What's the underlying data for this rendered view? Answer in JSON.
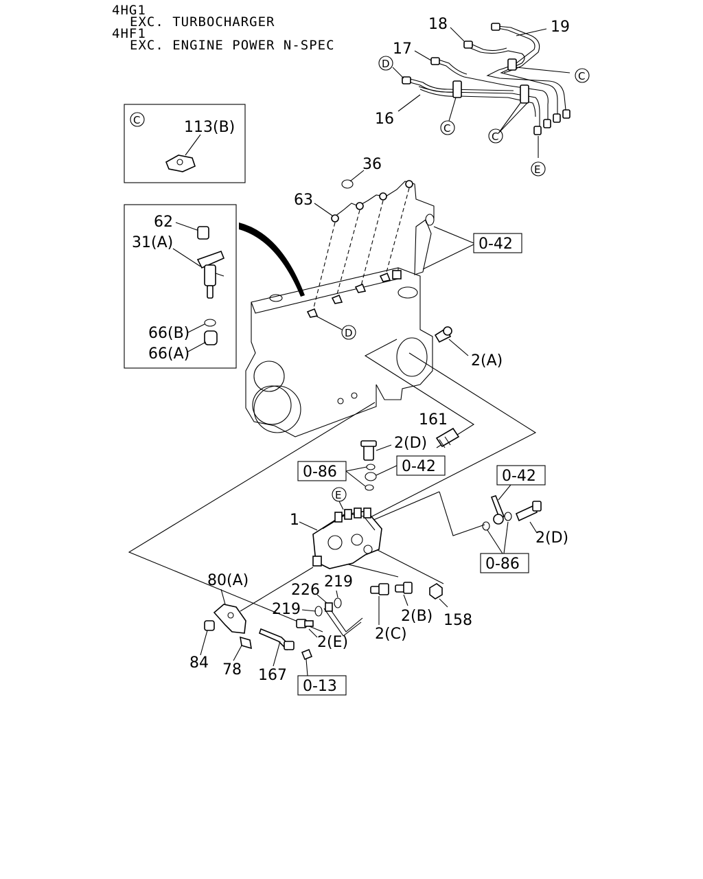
{
  "header": {
    "line1": "4HG1",
    "line2": "EXC. TURBOCHARGER",
    "line3": "4HF1",
    "line4": "EXC. ENGINE POWER N-SPEC"
  },
  "circle_refs": {
    "C": "C",
    "D": "D",
    "E": "E"
  },
  "part_labels": {
    "p18": "18",
    "p19": "19",
    "p17": "17",
    "p16": "16",
    "p113b": "113(B)",
    "p36": "36",
    "p63": "63",
    "p62": "62",
    "p31a": "31(A)",
    "p66b": "66(B)",
    "p66a": "66(A)",
    "p2a": "2(A)",
    "p161": "161",
    "p2d_top": "2(D)",
    "p1": "1",
    "p2d_right": "2(D)",
    "p80a": "80(A)",
    "p226": "226",
    "p219_top": "219",
    "p219_left": "219",
    "p2e": "2(E)",
    "p2c": "2(C)",
    "p2b": "2(B)",
    "p158": "158",
    "p84": "84",
    "p78": "78",
    "p167": "167"
  },
  "ref_boxes": {
    "r042_engine": "0-42",
    "r086_left": "0-86",
    "r042_mid": "0-42",
    "r042_right": "0-42",
    "r086_right": "0-86",
    "r013": "0-13"
  }
}
